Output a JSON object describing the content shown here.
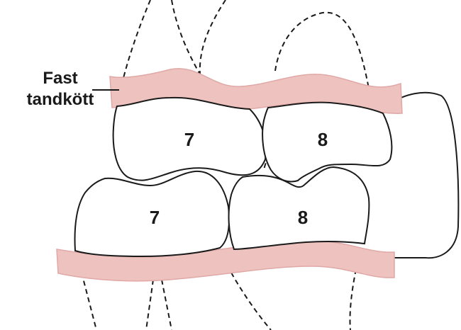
{
  "label": {
    "line1": "Fast",
    "line2": "tandkött"
  },
  "teeth": {
    "upper_left": "7",
    "upper_right": "8",
    "lower_left": "7",
    "lower_right": "8"
  },
  "colors": {
    "gum_fill": "#eec3bf",
    "gum_edge": "#e0a8a6",
    "outline": "#1a1a1a"
  }
}
